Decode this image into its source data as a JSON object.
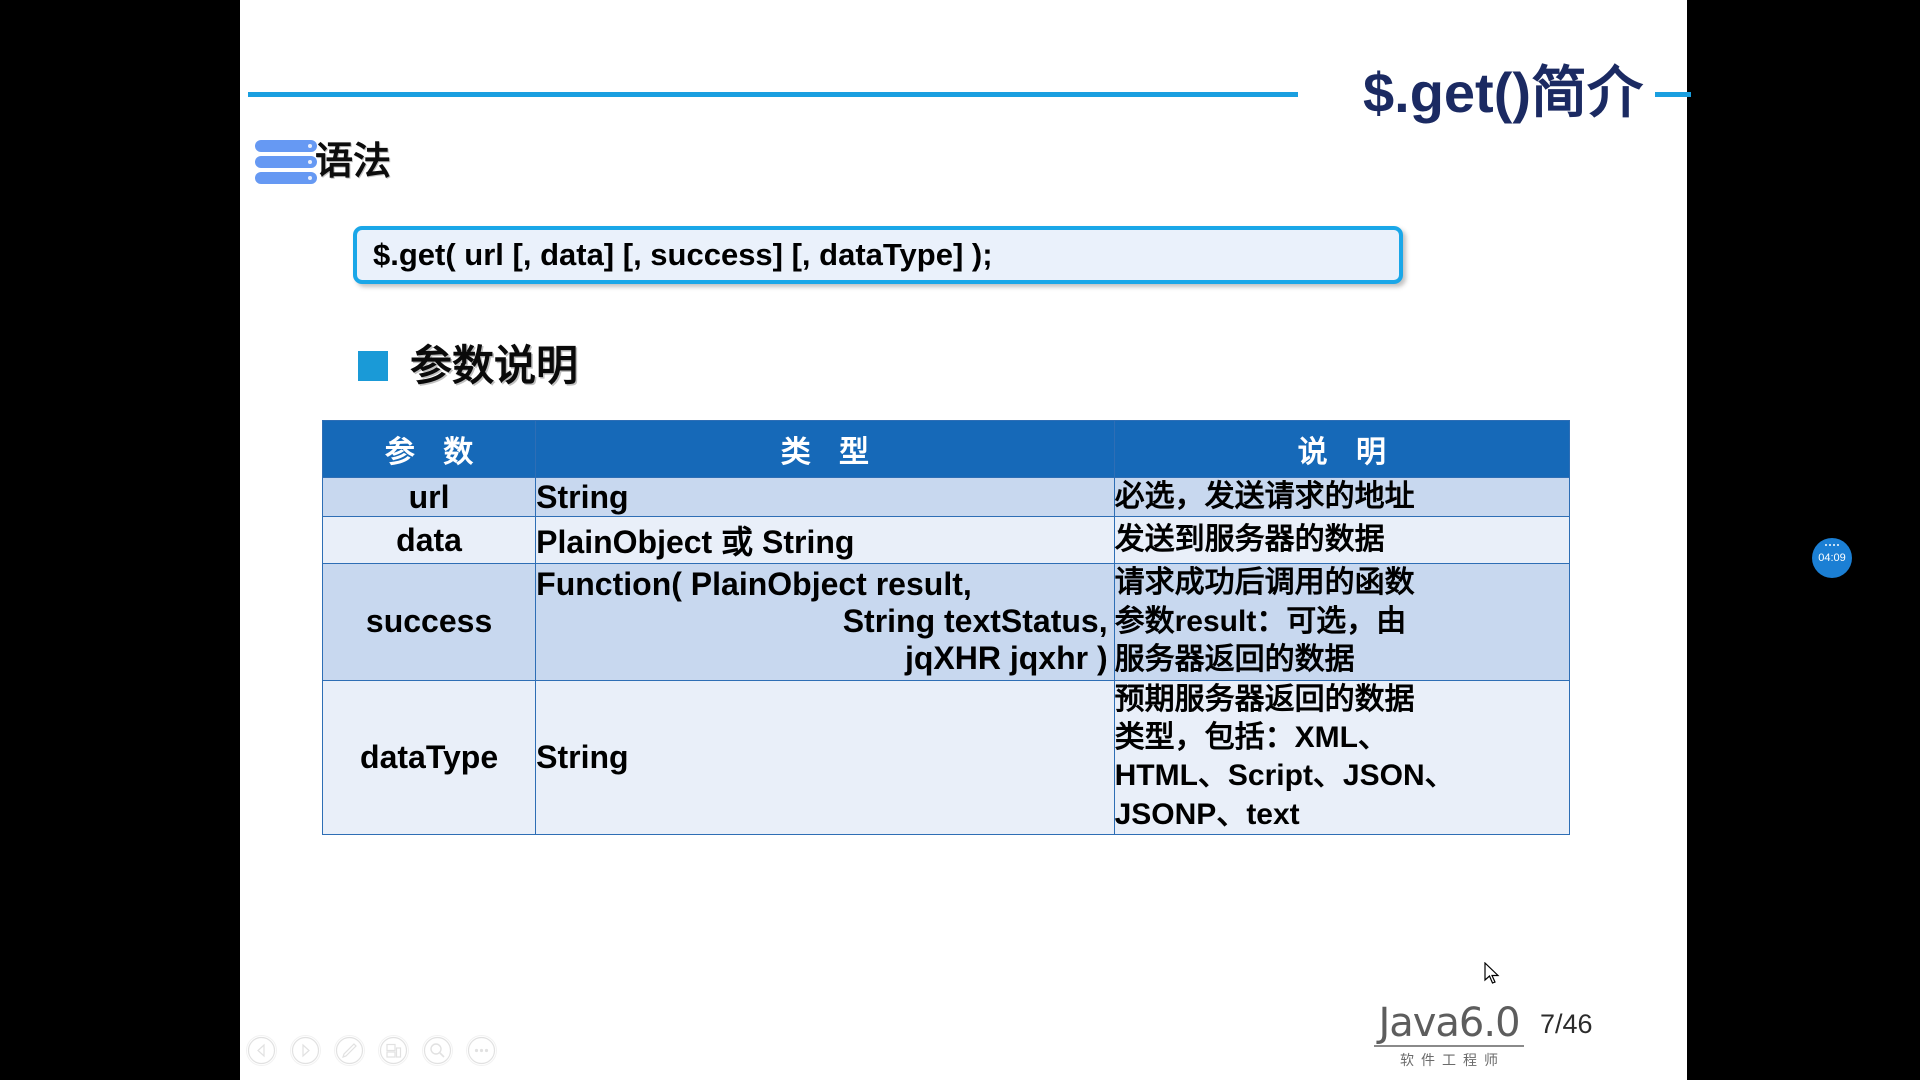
{
  "slide": {
    "title": "$.get()简介",
    "syntax_heading": "语法",
    "code": "$.get( url [, data] [, success] [, dataType] );",
    "params_heading": "参数说明"
  },
  "table": {
    "headers": [
      "参  数",
      "类  型",
      "说  明"
    ],
    "rows": [
      {
        "param": "url",
        "type_lines": [
          "String",
          "",
          ""
        ],
        "desc_lines": [
          "必选，发送请求的地址"
        ]
      },
      {
        "param": "data",
        "type_lines": [
          "PlainObject 或 String",
          "",
          ""
        ],
        "desc_lines": [
          "发送到服务器的数据"
        ]
      },
      {
        "param": "success",
        "type_lines": [
          "Function( PlainObject  result,",
          "String  textStatus,",
          "jqXHR  jqxhr )"
        ],
        "desc_lines": [
          "请求成功后调用的函数",
          "参数result：可选，由",
          "服务器返回的数据"
        ]
      },
      {
        "param": "dataType",
        "type_lines": [
          "String",
          "",
          ""
        ],
        "desc_lines": [
          "预期服务器返回的数据",
          "类型，包括：XML、",
          "HTML、Script、JSON、",
          "JSONP、text"
        ]
      }
    ]
  },
  "footer": {
    "brand": "Java6.0",
    "brand_sub": "软件工程师",
    "page_indicator": "7/46"
  },
  "toolbar": {
    "items": [
      {
        "name": "prev-slide-button",
        "icon": "triangle-left-icon"
      },
      {
        "name": "next-slide-button",
        "icon": "triangle-right-icon"
      },
      {
        "name": "pen-tool-button",
        "icon": "pen-icon"
      },
      {
        "name": "slide-grid-button",
        "icon": "grid-icon"
      },
      {
        "name": "zoom-search-button",
        "icon": "magnifier-icon"
      },
      {
        "name": "more-options-button",
        "icon": "ellipsis-icon"
      }
    ]
  },
  "timer": {
    "value": "04:09"
  },
  "colors": {
    "title": "#1b2a62",
    "rule": "#1a9fe0",
    "code_border": "#1aa7e8",
    "code_fill": "#eaf1fb",
    "table_header": "#1669b8",
    "row_alt": "#c8d8ef",
    "row_plain": "#e9eff9",
    "bullet": "#1a9ad7",
    "bars_icon": "#6699f3"
  }
}
